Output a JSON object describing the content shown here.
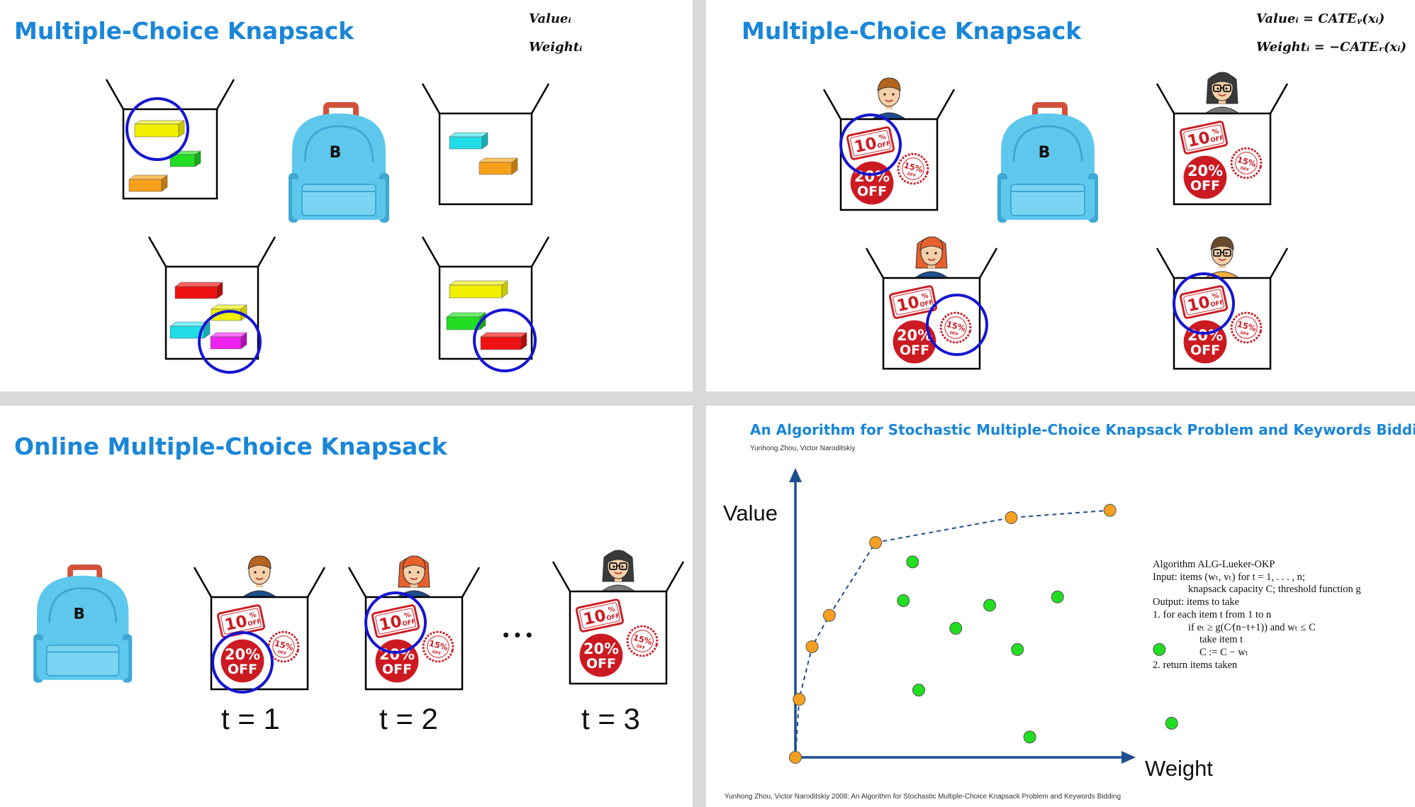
{
  "slides": {
    "knapsack": {
      "title": "Multiple-Choice Knapsack",
      "formula_value": "Valueᵢ",
      "formula_weight": "Weightᵢ",
      "backpack_label": "B"
    },
    "knapsack_cate": {
      "title": "Multiple-Choice Knapsack",
      "formula_value": "Valueᵢ = CATEᵧ(xᵢ)",
      "formula_weight": "Weightᵢ = −CATEᵣ(xᵢ)",
      "backpack_label": "B"
    },
    "online": {
      "title": "Online Multiple-Choice Knapsack",
      "backpack_label": "B",
      "ellipsis": "• • •",
      "time_labels": [
        "t = 1",
        "t = 2",
        "t = 3"
      ]
    },
    "paper": {
      "title": "An Algorithm for Stochastic Multiple-Choice Knapsack Problem and Keywords Bidding",
      "authors": "Yunhong Zhou, Victor Naroditskiy",
      "citation": "Yunhong Zhou, Victor Naroditskiy 2008: An Algorithm for Stochastic Multiple-Choice Knapsack Problem and Keywords Bidding",
      "algorithm_lines": [
        "Algorithm ALG-Lueker-OKP",
        "Input: items (wₜ, vₜ) for t = 1, . . . , n;",
        "knapsack capacity C; threshold function g",
        "Output: items to take",
        "1.    for each item t from 1 to n",
        "if eₜ ≥ g(C⁄(n−t+1)) and wₜ ≤ C",
        "take item t",
        "C := C − wₜ",
        "2.    return items taken"
      ]
    }
  },
  "coupons": {
    "ten": "10",
    "ten_pct": "%",
    "off": "OFF",
    "fifteen": "15%",
    "twenty": "20%"
  },
  "chart_data": {
    "type": "scatter",
    "xlabel": "Weight",
    "ylabel": "Value",
    "series": [
      {
        "color": "#f5a020",
        "points": [
          [
            0,
            0
          ],
          [
            0.06,
            0.63
          ],
          [
            0.27,
            1.2
          ],
          [
            0.55,
            1.54
          ],
          [
            1.3,
            2.33
          ],
          [
            3.5,
            2.6
          ],
          [
            5.1,
            2.68
          ]
        ]
      },
      {
        "color": "#22dd22",
        "points": [
          [
            1.9,
            2.12
          ],
          [
            1.75,
            1.7
          ],
          [
            3.15,
            1.65
          ],
          [
            4.25,
            1.74
          ],
          [
            2.6,
            1.4
          ],
          [
            3.6,
            1.17
          ],
          [
            5.9,
            1.17
          ],
          [
            2.0,
            0.73
          ],
          [
            3.8,
            0.22
          ],
          [
            6.1,
            0.37
          ]
        ]
      }
    ]
  },
  "colors": {
    "title_blue": "#1a86d8",
    "circle_blue": "#1515d0",
    "backpack": "#5ec8ec",
    "coupon_red": "#cc1a22",
    "axis": "#1f4e8c"
  }
}
